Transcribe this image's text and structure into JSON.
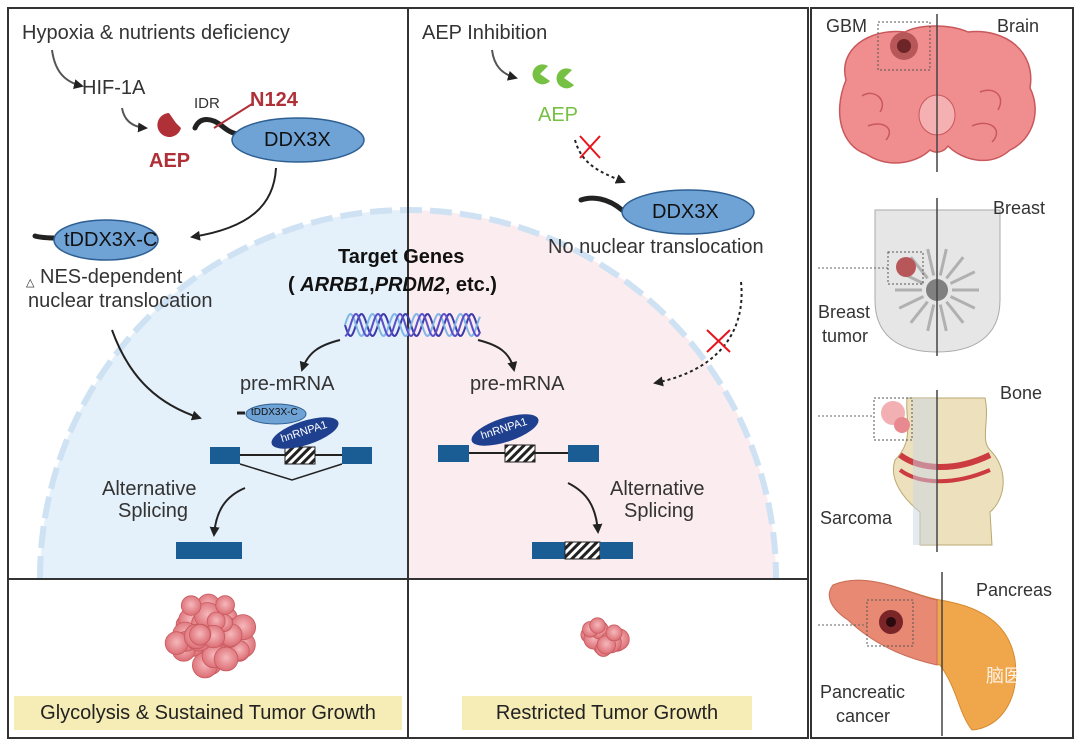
{
  "left_panel": {
    "stress": "Hypoxia & nutrients deficiency",
    "hif": "HIF-1A",
    "idr": "IDR",
    "n124": "N124",
    "aep": "AEP",
    "ddx3x": "DDX3X",
    "tddx3x": "tDDX3X-C",
    "nes_line1": "NES-dependent",
    "nes_symbol": "△",
    "nes_line2": "nuclear translocation",
    "pre_mrna": "pre-mRNA",
    "tddx3x_small": "tDDX3X-C",
    "hnrnpa1": "hnRNPA1",
    "alt1": "Alternative",
    "alt2": "Splicing"
  },
  "middle_panel": {
    "inhibition": "AEP Inhibition",
    "aep": "AEP",
    "ddx3x": "DDX3X",
    "no_nuclear": "No nuclear translocation",
    "pre_mrna": "pre-mRNA",
    "hnrnpa1": "hnRNPA1",
    "alt1": "Alternative",
    "alt2": "Splicing"
  },
  "target_genes": {
    "title": "Target Genes",
    "open": "(",
    "gene1": "ARRB1",
    "comma": ",",
    "gene2": "PRDM2",
    "etc": ", etc.)"
  },
  "outcomes": {
    "left": "Glycolysis & Sustained Tumor Growth",
    "right": "Restricted Tumor Growth"
  },
  "organs": {
    "gbm": "GBM",
    "brain": "Brain",
    "breast": "Breast",
    "breast_tumor_1": "Breast",
    "breast_tumor_2": "tumor",
    "bone": "Bone",
    "sarcoma": "Sarcoma",
    "pancreas": "Pancreas",
    "panc_1": "Pancreatic",
    "panc_2": "cancer",
    "watermark": "脑医汇"
  },
  "colors": {
    "aep_red": "#b03038",
    "aep_green": "#76c043",
    "ddx3x_fill": "#6fa3d6",
    "hnrnpa1_navy": "#1f3f8f",
    "exon_blue": "#1a5c94",
    "banner_yellow": "#f6ecb5",
    "nucleus_left": "#e4f0fa",
    "nucleus_right": "#fbecef",
    "tumor_pink": "#e8858a",
    "inhibit_red": "#e8141c"
  }
}
